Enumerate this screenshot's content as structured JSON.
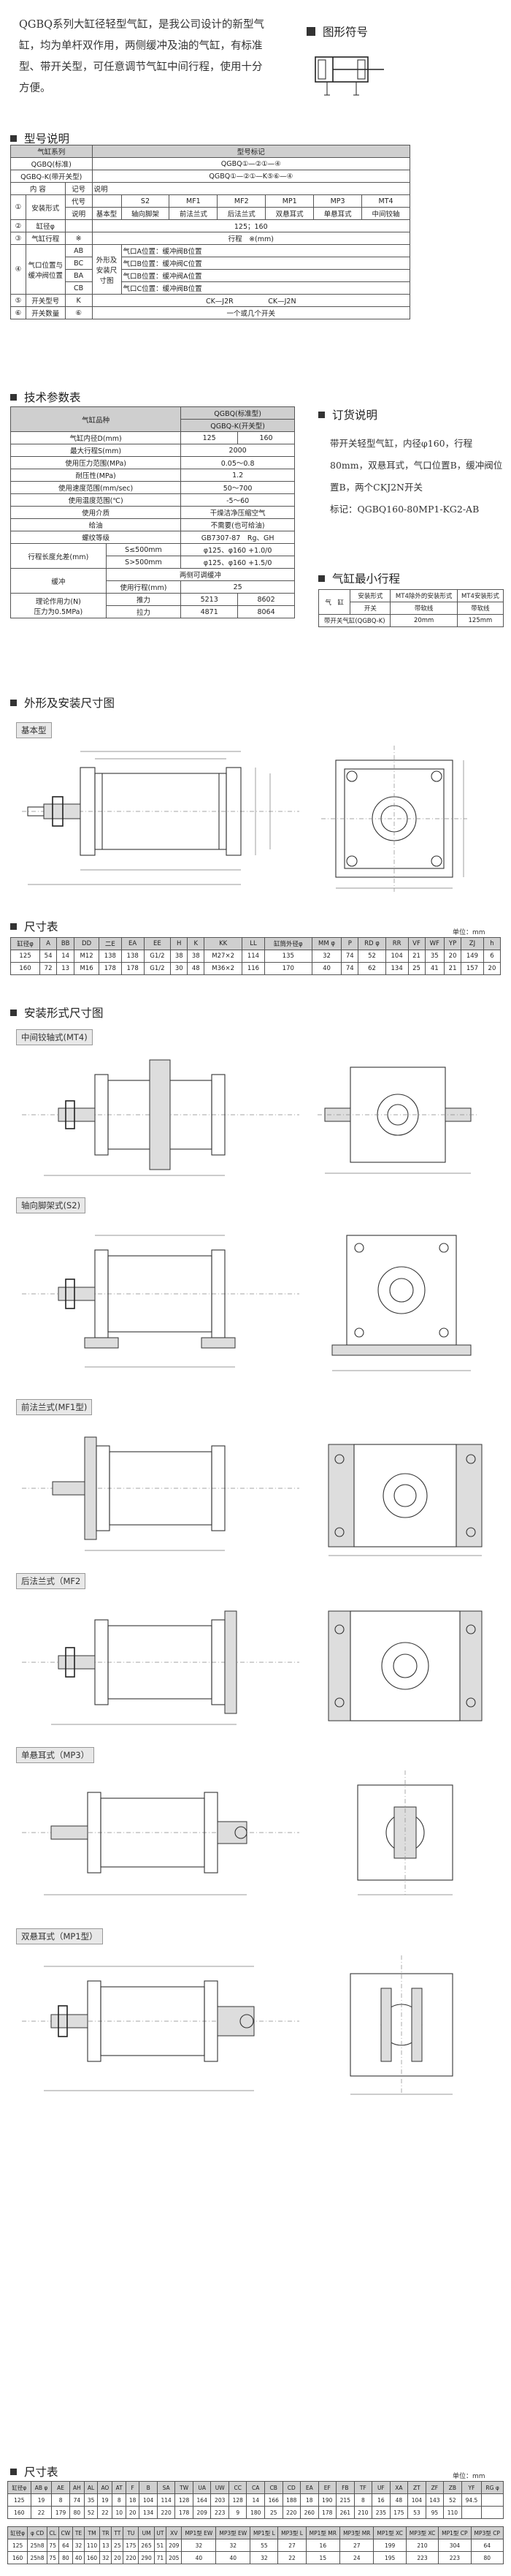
{
  "intro": {
    "paragraph": "QGBQ系列大缸径轻型气缸，是我公司设计的新型气缸，均为单杆双作用，两侧缓冲及油的气缸，有标准型、带开关型，可任意调节气缸中间行程，使用十分方便。"
  },
  "symbol": {
    "title": "图形符号"
  },
  "model": {
    "title": "型号说明",
    "header": [
      "气缸系列",
      "型号标记"
    ],
    "series_rows": [
      [
        "QGBQ(标准)",
        "QGBQ①—②①—④"
      ],
      [
        "QGBQ-K(带开关型)",
        "QGBQ①—②①—K⑤⑥—④"
      ]
    ],
    "sub_header": [
      "内 容",
      "记号",
      "说明"
    ],
    "mount_no": "①",
    "mount_label": "安装形式",
    "mount_row_code": "代号",
    "mount_row_desc": "说明",
    "mount_codes": [
      "S2",
      "MF1",
      "MF2",
      "MP1",
      "MP3",
      "MT4"
    ],
    "mount_descs": [
      "基本型",
      "轴向脚架",
      "前法兰式",
      "后法兰式",
      "双悬耳式",
      "单悬耳式",
      "中间铰轴"
    ],
    "rows": [
      {
        "no": "②",
        "label": "缸径φ",
        "value": "125；160"
      },
      {
        "no": "③",
        "label": "气缸行程",
        "value": "行程　※(mm)"
      },
      {
        "no": "⑤",
        "label": "开关型号",
        "value": "CK—J2R　　　　　CK—J2N"
      },
      {
        "no": "⑥",
        "label": "开关数量",
        "value": "一个或几个开关"
      }
    ],
    "row3_code": "※",
    "cushion_no": "④",
    "cushion_label": "气口位置与缓冲阀位置",
    "cushion_side": "外形及安装尺寸图",
    "cushion_codes": [
      "AB",
      "BC",
      "BA",
      "CB"
    ],
    "cushion_descs": [
      "气口A位置：缓冲阀B位置",
      "气口B位置：缓冲阀C位置",
      "气口B位置：缓冲阀A位置",
      "气口C位置：缓冲阀B位置"
    ],
    "row5_code": "K",
    "row6_code": "⑥"
  },
  "tech": {
    "title": "技术参数表",
    "header_left": "气缸品种",
    "header_right": [
      "QGBQ(标准型)",
      "QGBQ-K(开关型)"
    ],
    "rows": [
      [
        "气缸内径D(mm)",
        "125",
        "160"
      ],
      [
        "最大行程S(mm)",
        "2000",
        ""
      ],
      [
        "使用压力范围(MPa)",
        "0.05～0.8",
        ""
      ],
      [
        "耐压性(MPa)",
        "1.2",
        ""
      ],
      [
        "使用速度范围(mm/sec)",
        "50～700",
        ""
      ],
      [
        "使用温度范围(℃)",
        "-5～60",
        ""
      ],
      [
        "使用介质",
        "干燥洁净压缩空气",
        ""
      ],
      [
        "给油",
        "不需要(也可给油)",
        ""
      ],
      [
        "螺纹等级",
        "GB7307-87　Rg、GH",
        ""
      ]
    ],
    "tolerance_label": "行程长度允差(mm)",
    "tolerance_rows": [
      [
        "S≤500mm",
        "φ125、φ160 +1.0/0"
      ],
      [
        "S>500mm",
        "φ125、φ160 +1.5/0"
      ]
    ],
    "cushion_label": "缓冲",
    "cushion_value": "两侧可调缓冲",
    "cushion_stroke_label": "使用行程(mm)",
    "cushion_stroke_value": "25",
    "force_label": "理论作用力(N)\n压力为0.5MPa)",
    "force_rows": [
      [
        "推力",
        "5213",
        "8602"
      ],
      [
        "拉力",
        "4871",
        "8064"
      ]
    ]
  },
  "order": {
    "title": "订货说明",
    "lines": [
      "带开关轻型气缸，内径φ160，行程",
      "80mm，双悬耳式，气口位置B，缓冲阀位",
      "置B，两个CKJ2N开关",
      "标记：QGBQ160-80MP1-KG2-AB"
    ]
  },
  "min_stroke": {
    "title": "气缸最小行程",
    "header": [
      "气　缸",
      "安装形式",
      "MT4除外的安装形式",
      "MT4安装形式"
    ],
    "sub": [
      "开关",
      "带软线",
      "带软线"
    ],
    "row": [
      "带开关气缸(QGBQ-K)",
      "20mm",
      "125mm"
    ]
  },
  "outline": {
    "title": "外形及安装尺寸图",
    "basic_label": "基本型"
  },
  "dims1": {
    "title": "尺寸表",
    "unit": "单位：mm",
    "headers": [
      "缸径φ",
      "A",
      "BB",
      "DD",
      "二E",
      "EA",
      "EE",
      "H",
      "K",
      "KK",
      "LL",
      "缸筒外径φ",
      "MM φ",
      "P",
      "RD φ",
      "RR",
      "VF",
      "WF",
      "YP",
      "ZJ",
      "h"
    ],
    "rows": [
      [
        "125",
        "54",
        "14",
        "M12",
        "138",
        "138",
        "G1/2",
        "38",
        "38",
        "M27×2",
        "114",
        "135",
        "32",
        "74",
        "52",
        "104",
        "21",
        "35",
        "20",
        "149",
        "6"
      ],
      [
        "160",
        "72",
        "13",
        "M16",
        "178",
        "178",
        "G1/2",
        "30",
        "48",
        "M36×2",
        "116",
        "170",
        "40",
        "74",
        "62",
        "134",
        "25",
        "41",
        "21",
        "157",
        "20"
      ]
    ]
  },
  "mount": {
    "title": "安装形式尺寸图",
    "labels": [
      "中间铰轴式(MT4)",
      "轴向脚架式(S2)",
      "前法兰式(MF1型)",
      "后法兰式（MF2",
      "单悬耳式（MP3）",
      "双悬耳式（MP1型）"
    ]
  },
  "dims2": {
    "title": "尺寸表",
    "unit": "单位：mm",
    "headers": [
      "缸径φ",
      "AB φ",
      "AE",
      "AH",
      "AL",
      "AO",
      "AT",
      "F",
      "B",
      "SA",
      "TW",
      "UA",
      "UW",
      "CC",
      "CA",
      "CB",
      "CD",
      "EA",
      "EF",
      "FB",
      "TF",
      "UF",
      "XA",
      "ZT",
      "ZF",
      "ZB",
      "YF",
      "RG φ"
    ],
    "rows": [
      [
        "125",
        "19",
        "8",
        "74",
        "35",
        "19",
        "8",
        "18",
        "104",
        "114",
        "128",
        "164",
        "203",
        "128",
        "14",
        "166",
        "188",
        "18",
        "190",
        "215",
        "8",
        "16",
        "48",
        "104",
        "143",
        "52",
        "94.5",
        ""
      ],
      [
        "160",
        "22",
        "179",
        "80",
        "52",
        "22",
        "10",
        "20",
        "134",
        "220",
        "178",
        "209",
        "223",
        "9",
        "180",
        "25",
        "220",
        "260",
        "178",
        "261",
        "210",
        "235",
        "175",
        "53",
        "95",
        "110",
        "",
        ""
      ]
    ],
    "headers2": [
      "缸径φ",
      "φ CD",
      "CL",
      "CW",
      "TE",
      "TM",
      "TR",
      "TT",
      "TU",
      "UM",
      "UT",
      "XV",
      "MP1型 EW",
      "MP3型 EW",
      "MP1型 L",
      "MP3型 L",
      "MP1型 MR",
      "MP3型 MR",
      "MP1型 XC",
      "MP3型 XC",
      "MP1型 CP",
      "MP3型 CP"
    ],
    "rows2": [
      [
        "125",
        "25h8",
        "75",
        "64",
        "32",
        "110",
        "13",
        "25",
        "175",
        "265",
        "51",
        "209",
        "32",
        "32",
        "55",
        "27",
        "16",
        "27",
        "199",
        "210",
        "304",
        "64"
      ],
      [
        "160",
        "25h8",
        "75",
        "80",
        "40",
        "160",
        "32",
        "20",
        "220",
        "290",
        "71",
        "205",
        "40",
        "40",
        "32",
        "22",
        "15",
        "24",
        "195",
        "223",
        "223",
        "80"
      ]
    ]
  }
}
